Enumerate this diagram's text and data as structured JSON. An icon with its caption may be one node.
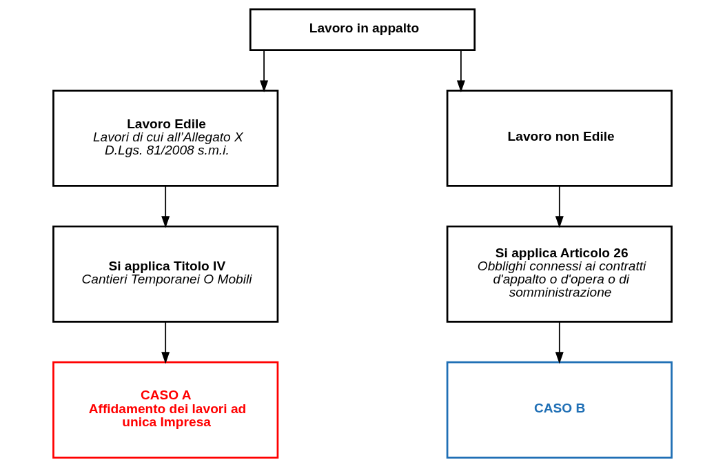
{
  "diagram": {
    "nodes": [
      {
        "text": [
          "Lavoro in appalto"
        ]
      },
      {
        "text": [
          "Lavoro Edile",
          "Lavori di cui all’Allegato X D.Lgs. 81/2008 s.m.i."
        ]
      },
      {
        "text": [
          "Lavoro non Edile"
        ]
      },
      {
        "text": [
          "Si applica Titolo IV",
          "Cantieri Temporanei O Mobili"
        ]
      },
      {
        "text": [
          "Si applica Articolo 26",
          "Obblighi connessi ai contratti d'appalto o d'opera o di somministrazione"
        ]
      },
      {
        "text": [
          "CASO A",
          "Affidamento dei lavori ad unica Impresa"
        ]
      },
      {
        "text": [
          "CASO B"
        ]
      }
    ],
    "edges": [
      {
        "from": 0,
        "to": 1,
        "arrow": "to"
      },
      {
        "from": 0,
        "to": 2,
        "arrow": "to"
      },
      {
        "from": 1,
        "to": 3,
        "arrow": "to"
      },
      {
        "from": 2,
        "to": 4,
        "arrow": "to"
      },
      {
        "from": 3,
        "to": 5,
        "arrow": "to"
      },
      {
        "from": 4,
        "to": 6,
        "arrow": "to"
      }
    ]
  }
}
